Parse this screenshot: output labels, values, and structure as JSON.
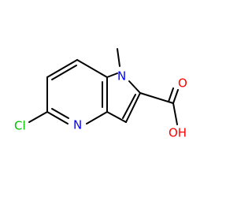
{
  "structure": {
    "colors": {
      "carbon_bonds": "#000000",
      "nitrogen": "#0000ff",
      "oxygen": "#ff0000",
      "chlorine": "#00c000"
    },
    "atoms": {
      "n_pyrrole": "N",
      "n_pyridine": "N",
      "o_carbonyl": "O",
      "o_hydroxyl": "OH",
      "chlorine": "Cl"
    }
  }
}
